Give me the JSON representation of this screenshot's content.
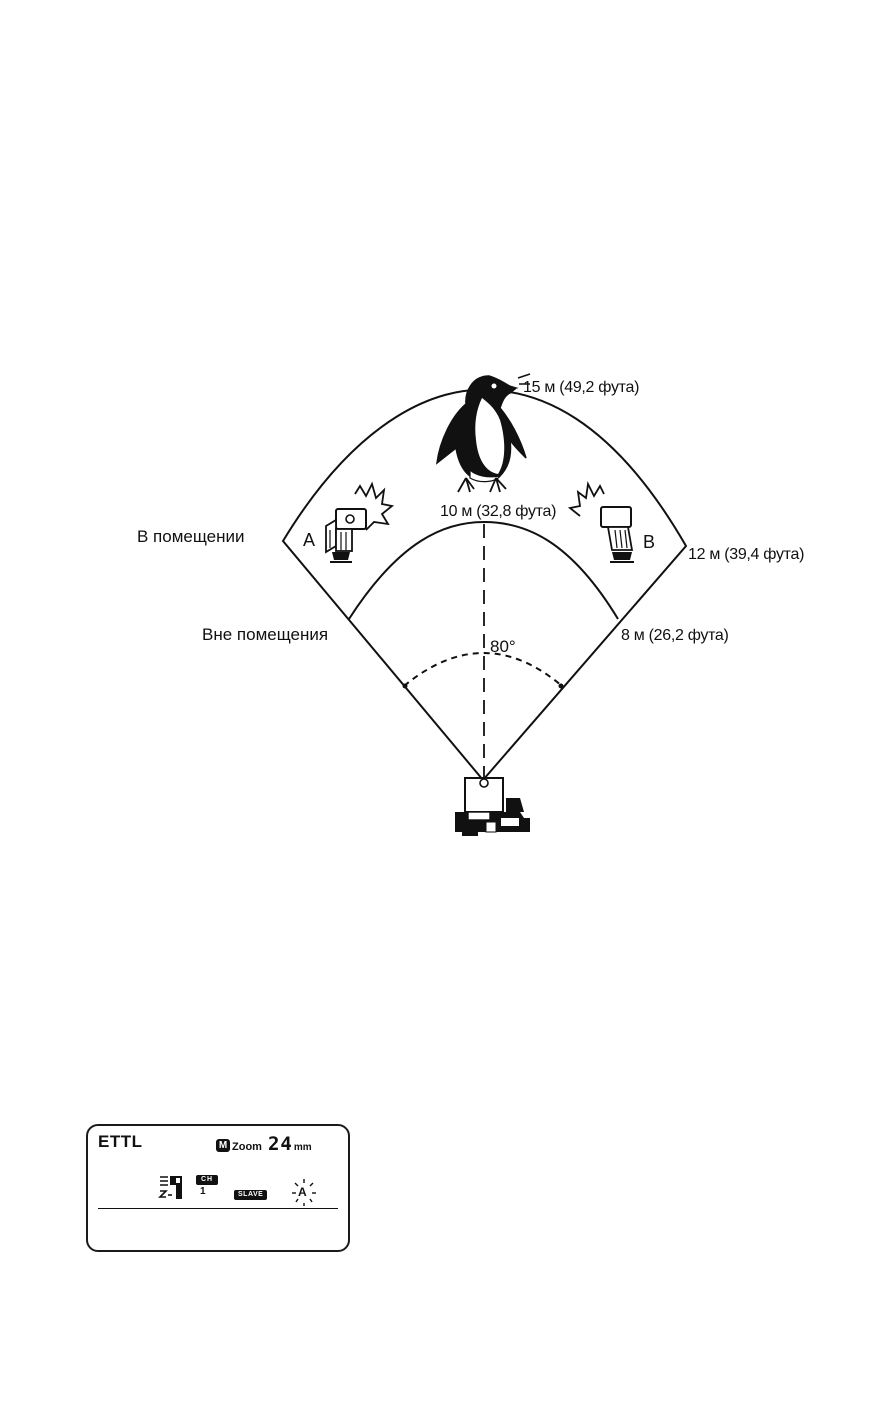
{
  "diagram": {
    "labels": {
      "indoor": "В помещении",
      "outdoor": "Вне помещения",
      "outer_top": "15 м (49,2 фута)",
      "inner_top": "10 м (32,8 фута)",
      "outer_side": "12 м (39,4 фута)",
      "inner_side": "8 м (26,2 фута)",
      "angle": "80°",
      "flash_a": "A",
      "flash_b": "B"
    }
  },
  "lcd": {
    "mode": "ETTL",
    "zoom_badge": "M",
    "zoom_label": "Zoom",
    "zoom_value": "24",
    "zoom_unit": "mm",
    "channel_label": "CH",
    "channel_value": "1",
    "slave_label": "SLAVE",
    "group": "A"
  }
}
